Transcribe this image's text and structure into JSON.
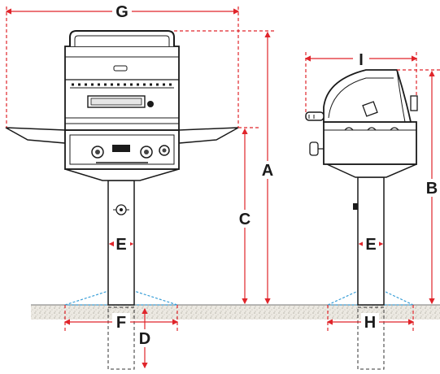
{
  "diagram": {
    "labels": {
      "g": "G",
      "a": "A",
      "c": "C",
      "e_front": "E",
      "f": "F",
      "d": "D",
      "i": "I",
      "b": "B",
      "e_side": "E",
      "h": "H"
    },
    "colors": {
      "dimension_line": "#e0242a",
      "footing_outline": "#3a9fd8",
      "grill_stroke": "#1a1a1a",
      "label": "#1a1a1a",
      "ground": "#d9d5cc"
    },
    "views": [
      "front-view",
      "side-view"
    ]
  }
}
